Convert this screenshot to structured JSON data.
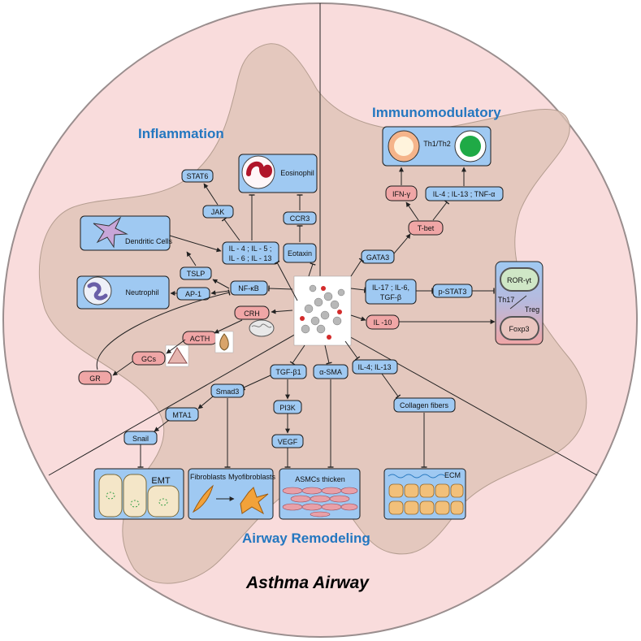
{
  "title": "Asthma Airway",
  "sections": {
    "inflammation": "Inflammation",
    "immunomodulatory": "Immunomodulatory",
    "remodeling": "Airway Remodeling"
  },
  "nodes": {
    "stat6": "STAT6",
    "jak": "JAK",
    "eosinophil": "Eosinophil",
    "ccr3": "CCR3",
    "eotaxin": "Eotaxin",
    "dendritic": "Dendritic Cells",
    "il_a1": "IL - 4 ; IL - 5 ;",
    "il_a2": "IL - 6 ; IL - 13",
    "tslp": "TSLP",
    "neutrophil": "Neutrophil",
    "ap1": "AP-1",
    "nfkb": "NF-κB",
    "crh": "CRH",
    "acth": "ACTH",
    "gcs": "GCs",
    "gr": "GR",
    "th1th2": "Th1/Th2",
    "ifn": "IFN-γ",
    "il_b": "IL-4 ; IL-13 ; TNF-α",
    "tbet": "T-bet",
    "gata3": "GATA3",
    "il17_1": "IL-17 ;  IL-6,",
    "il17_2": "TGF-β",
    "pstat3": "p-STAT3",
    "rorgt": "ROR-γt",
    "th17": "Th17",
    "treg": "Treg",
    "foxp3": "Foxp3",
    "il10": "IL -10",
    "tgfb1": "TGF-β1",
    "asma": "α-SMA",
    "il413": "IL-4; IL-13",
    "smad3": "Smad3",
    "mta1": "MTA1",
    "snail": "Snail",
    "pi3k": "PI3K",
    "vegf": "VEGF",
    "collagen": "Collagen fibers",
    "emt": "EMT",
    "fibroblasts": "Fibroblasts",
    "myofibroblasts": "Myofibroblasts",
    "asmcs": "ASMCs thicken",
    "ecm": "ECM"
  },
  "colors": {
    "blue_box": "#9fc9f2",
    "pink_box": "#f0a6a6",
    "section_title": "#2477c0",
    "circle_fill": "#f9dcdc",
    "cell_shape": "#dcc2b4"
  },
  "icons": [
    "eosinophil-cell-icon",
    "dendritic-cell-icon",
    "neutrophil-cell-icon",
    "brain-icon",
    "pituitary-icon",
    "adrenal-icon",
    "th-cell-icon",
    "molecule-icon",
    "epithelial-cells-icon",
    "fibroblast-icon",
    "smooth-muscle-icon",
    "ecm-cells-icon"
  ]
}
